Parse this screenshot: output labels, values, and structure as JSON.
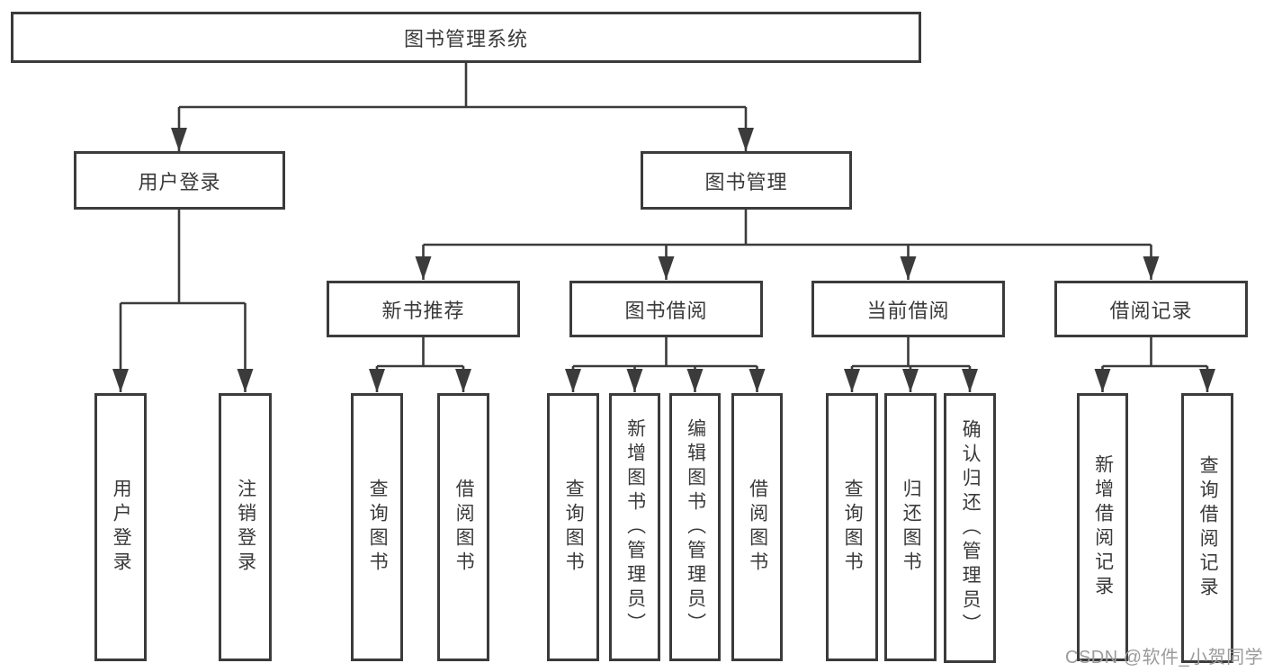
{
  "tree": {
    "root": "图书管理系统",
    "branches": [
      {
        "label": "用户登录",
        "children": [
          "用户登录",
          "注销登录"
        ]
      },
      {
        "label": "图书管理",
        "children": [
          {
            "label": "新书推荐",
            "children": [
              "查询图书",
              "借阅图书"
            ]
          },
          {
            "label": "图书借阅",
            "children": [
              "查询图书",
              "新增图书（管理员）",
              "编辑图书（管理员）",
              "借阅图书"
            ]
          },
          {
            "label": "当前借阅",
            "children": [
              "查询图书",
              "归还图书",
              "确认归还（管理员）"
            ]
          },
          {
            "label": "借阅记录",
            "children": [
              "新增借阅记录",
              "查询借阅记录"
            ]
          }
        ]
      }
    ]
  },
  "watermark": {
    "text": "CSDN @软件_小贺同学"
  },
  "colors": {
    "line": "#3b3b3b",
    "box_border": "#3b3b3b",
    "text": "#3a3a3a",
    "background": "#ffffff",
    "watermark": "#9b9b9b"
  }
}
